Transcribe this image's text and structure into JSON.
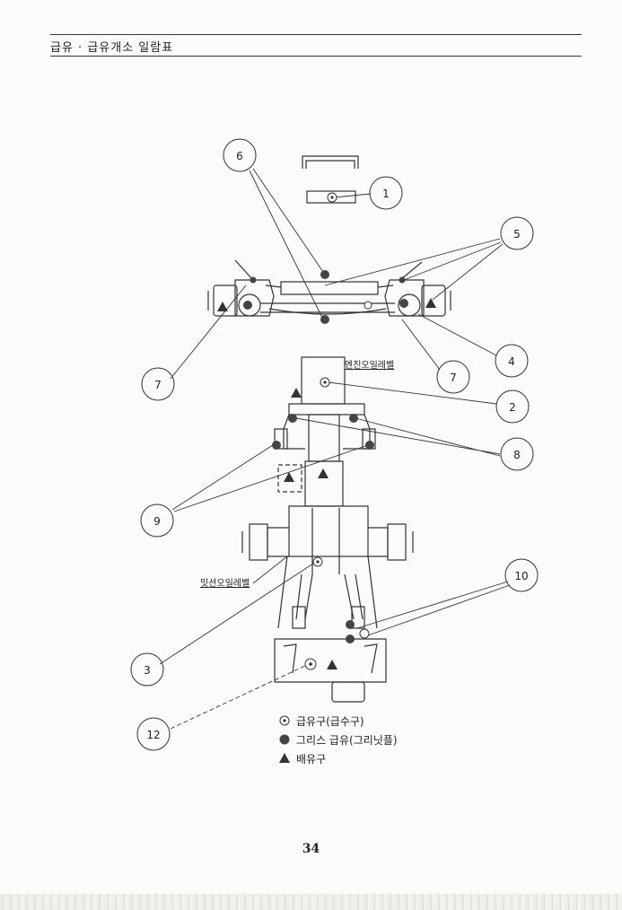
{
  "header": {
    "title": "급유 · 급유개소 일람표"
  },
  "callouts": {
    "c1": "1",
    "c2": "2",
    "c3": "3",
    "c4": "4",
    "c5": "5",
    "c6": "6",
    "c7a": "7",
    "c7b": "7",
    "c8": "8",
    "c9": "9",
    "c10": "10",
    "c12": "12"
  },
  "labels": {
    "engine_oil_level": "엔진오일레벨",
    "mission_oil_level": "밋션오일레벨"
  },
  "legend": {
    "fill": "급유구(급수구)",
    "grease": "그리스 급유(그리닛플)",
    "drain": "배유구"
  },
  "page_number": "34"
}
